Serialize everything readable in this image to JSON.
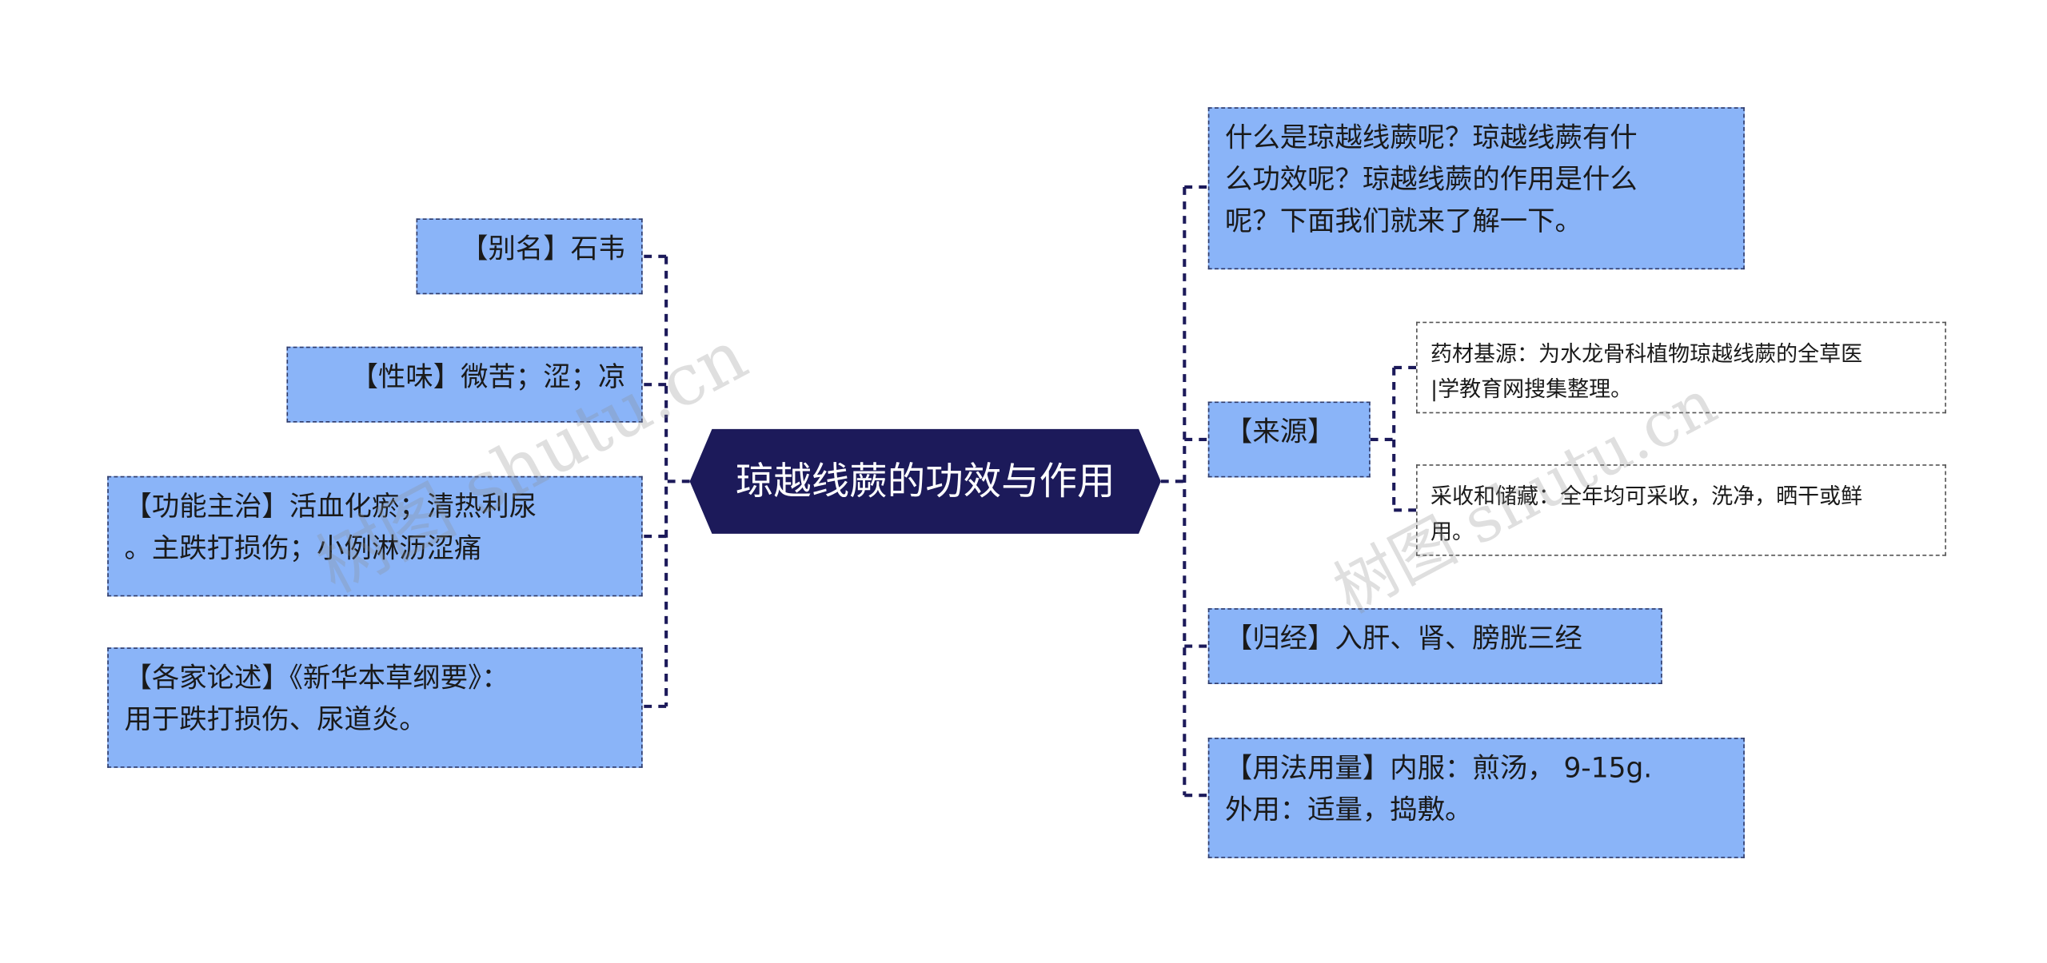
{
  "root": {
    "label": "琼越线蕨的功效与作用"
  },
  "left_nodes": [
    {
      "lines": [
        "【别名】石韦"
      ]
    },
    {
      "lines": [
        "【性味】微苦；涩；凉"
      ]
    },
    {
      "lines": [
        "【功能主治】活血化瘀；清热利尿",
        "。主跌打损伤；小例淋沥涩痛"
      ]
    },
    {
      "lines": [
        "【各家论述】《新华本草纲要》：",
        "用于跌打损伤、尿道炎。"
      ]
    }
  ],
  "right_nodes": [
    {
      "lines": [
        "什么是琼越线蕨呢？琼越线蕨有什",
        "么功效呢？琼越线蕨的作用是什么",
        "呢？下面我们就来了解一下。"
      ]
    },
    {
      "lines": [
        "【来源】"
      ]
    },
    {
      "lines": [
        "【归经】入肝、肾、膀胱三经"
      ]
    },
    {
      "lines": [
        "【用法用量】内服：煎汤， 9-15g.",
        "外用：适量，捣敷。"
      ]
    }
  ],
  "source_children": [
    {
      "lines": [
        "药材基源：为水龙骨科植物琼越线蕨的全草医",
        "|学教育网搜集整理。"
      ]
    },
    {
      "lines": [
        "采收和储藏：全年均可采收，洗净，晒干或鲜",
        "用。"
      ]
    }
  ],
  "watermark": {
    "left": "树图 shutu.cn",
    "right": "树图 shutu.cn"
  },
  "colors": {
    "root_fill": "#1c1a5a",
    "node_fill": "#8ab4f8",
    "link": "#1c1a5a"
  }
}
